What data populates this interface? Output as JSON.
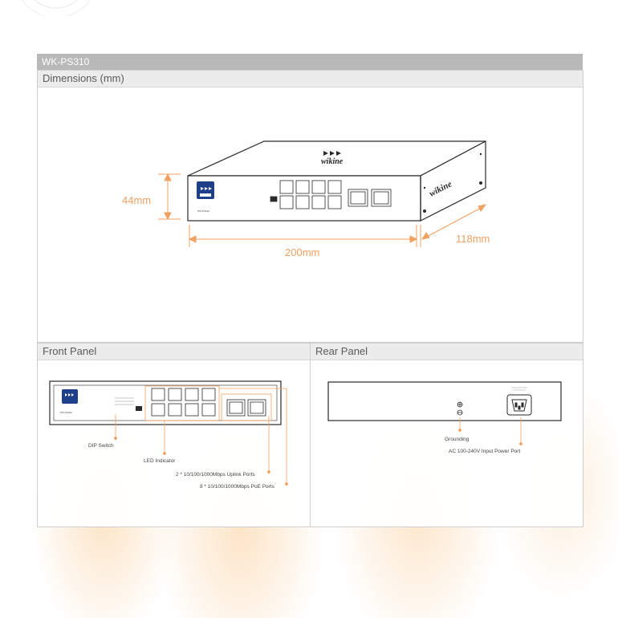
{
  "header": {
    "model": "WK-PS310"
  },
  "dimensions": {
    "title": "Dimensions (mm)",
    "height_label": "44mm",
    "width_label": "200mm",
    "depth_label": "118mm",
    "device_model": "WK-PS310",
    "brand": "wikine",
    "side_text": "wikine"
  },
  "front_panel": {
    "title": "Front Panel",
    "callouts": {
      "dip_switch": "DIP Switch",
      "led_indicator": "LED Indicator",
      "uplink_ports": "2 * 10/100/1000Mbps Uplink Ports",
      "poe_ports": "8 * 10/100/1000Mbps PoE Ports"
    }
  },
  "rear_panel": {
    "title": "Rear Panel",
    "callouts": {
      "grounding": "Grounding",
      "power_port": "AC 100-240V Input Power Port"
    }
  },
  "colors": {
    "accent": "#f0a060",
    "bar": "#b9b9b9",
    "line": "#2a2a2a"
  }
}
